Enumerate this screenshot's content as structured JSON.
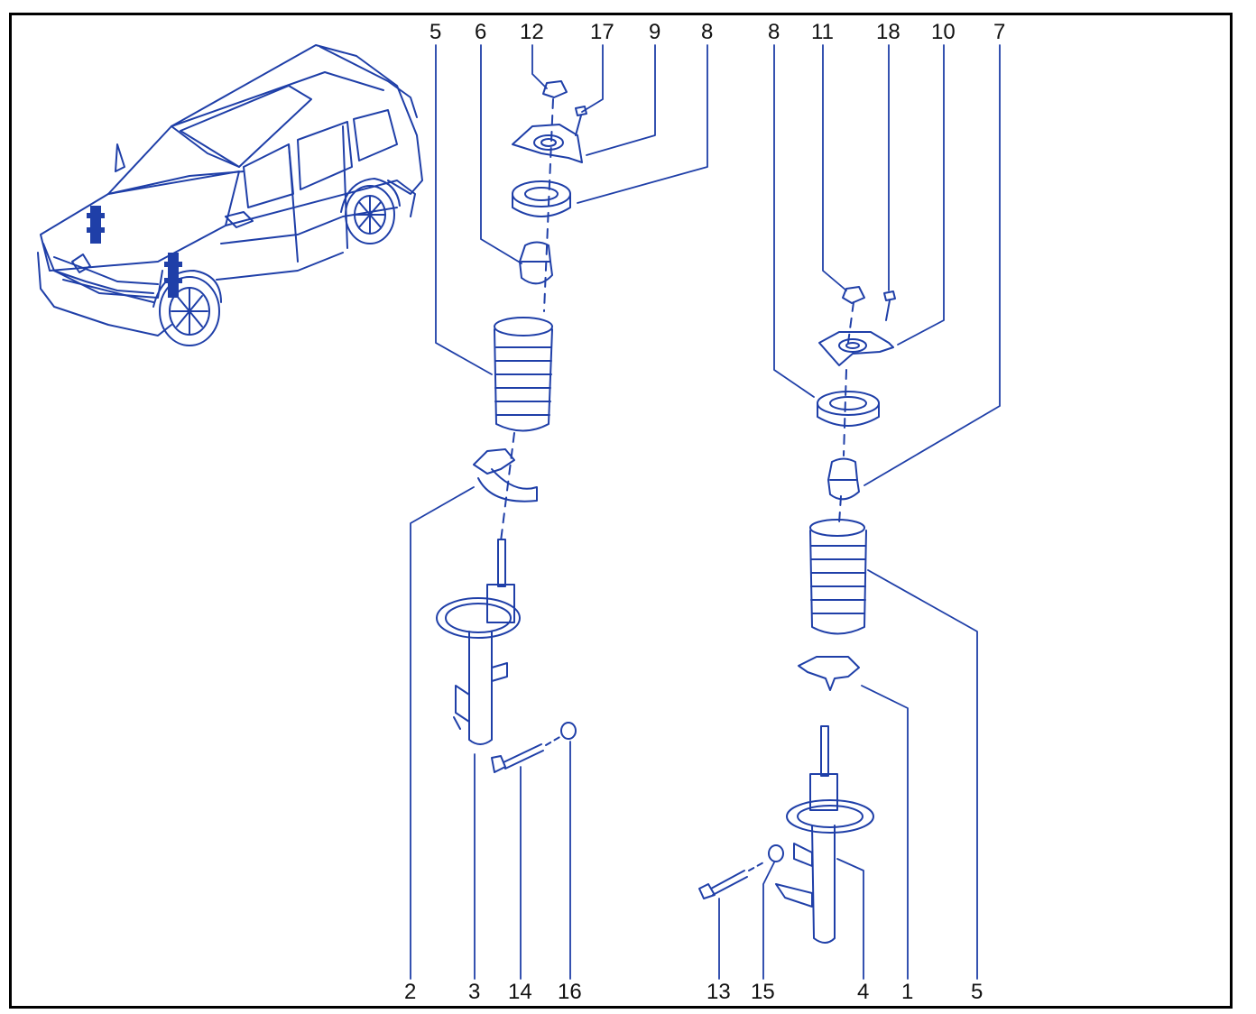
{
  "colors": {
    "line": "#1f3fa8",
    "fill": "#ffffff",
    "label": "#111111",
    "border": "#000000"
  },
  "icons": [
    "suv-overview-icon",
    "strut-assembly-icon"
  ],
  "labels": {
    "top": [
      "5",
      "6",
      "12",
      "17",
      "9",
      "8",
      "8",
      "11",
      "18",
      "10",
      "7"
    ],
    "bottom": [
      "2",
      "3",
      "14",
      "16",
      "13",
      "15",
      "4",
      "1",
      "5"
    ]
  }
}
